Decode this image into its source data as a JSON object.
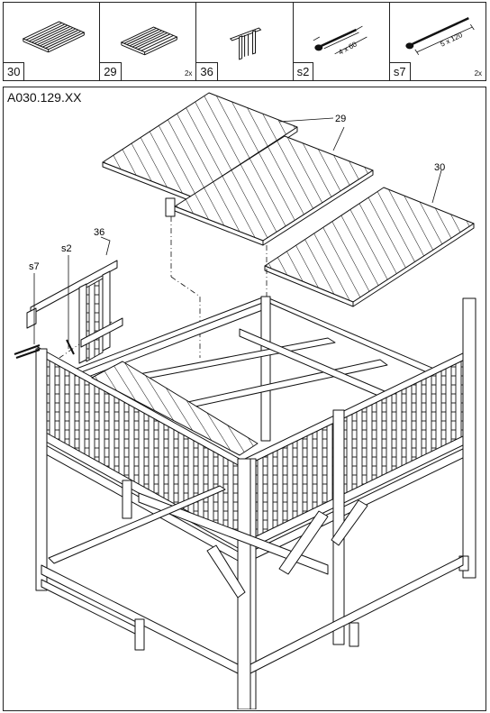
{
  "parts": [
    {
      "code": "30",
      "qty": "",
      "icon": "floor-panel-icon"
    },
    {
      "code": "29",
      "qty": "2x",
      "icon": "floor-panel-icon"
    },
    {
      "code": "36",
      "qty": "",
      "icon": "rail-bracket-icon"
    },
    {
      "code": "s2",
      "qty": "",
      "icon": "screw-icon",
      "size": "4 x 60"
    },
    {
      "code": "s7",
      "qty": "2x",
      "icon": "screw-icon",
      "size": "5 x 120"
    }
  ],
  "assembly_id": "A030.129.XX",
  "callouts": {
    "c29": "29",
    "c30": "30",
    "c36": "36",
    "cs2": "s2",
    "cs7": "s7"
  }
}
